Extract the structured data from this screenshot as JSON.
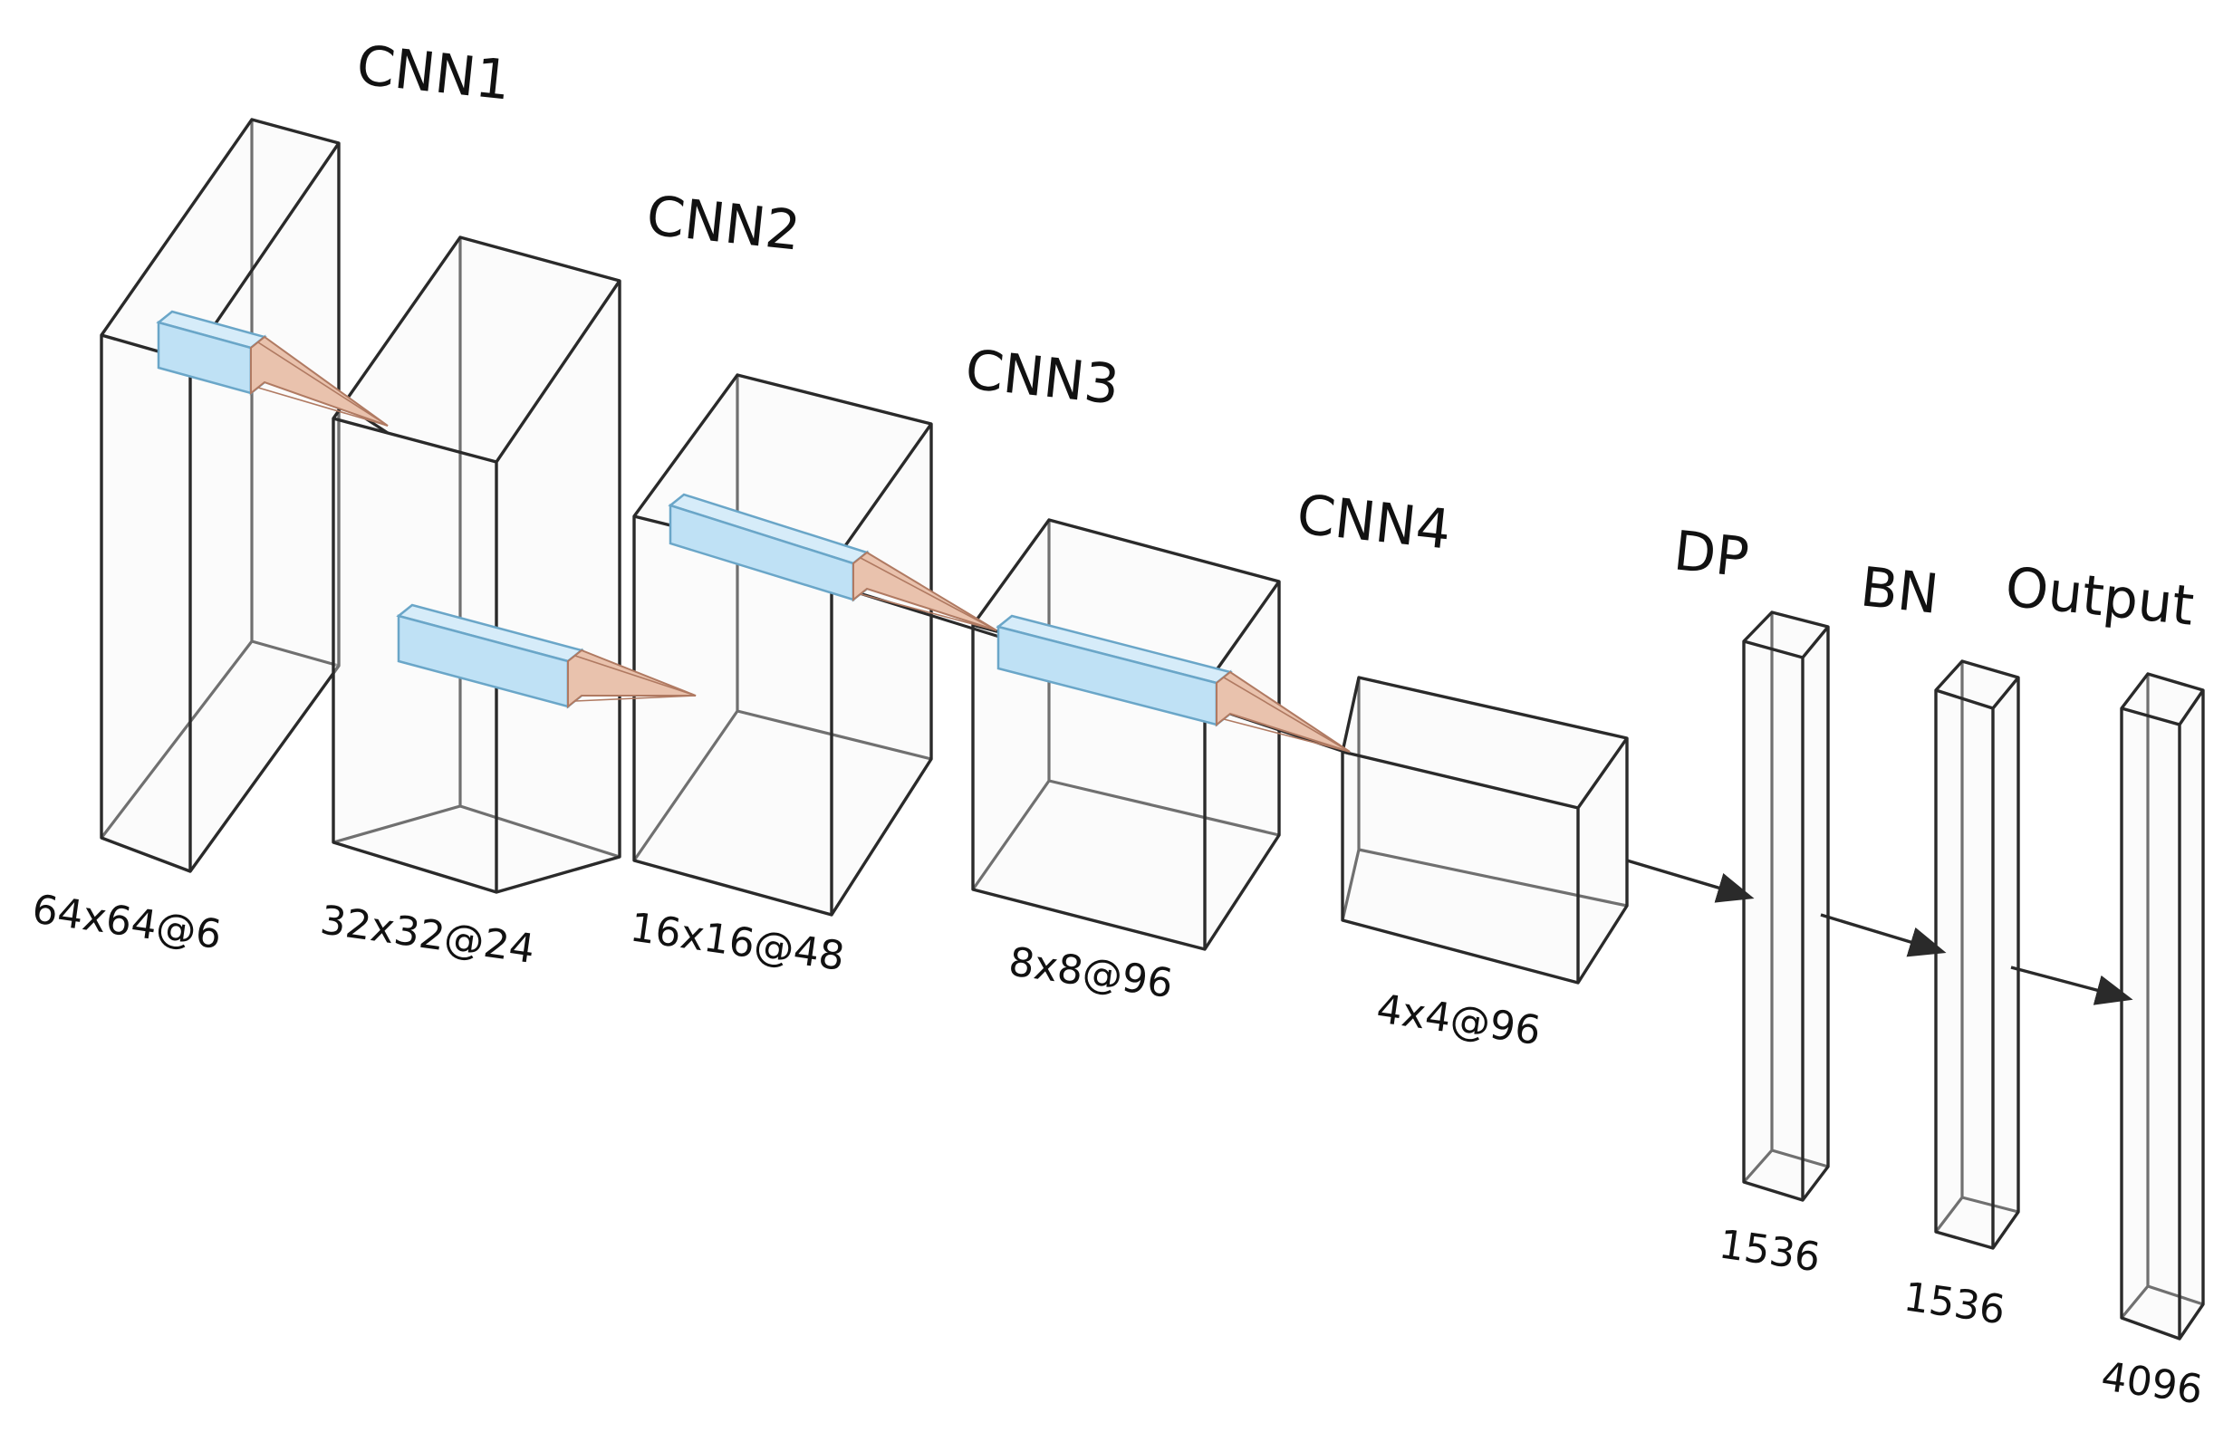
{
  "layers": [
    {
      "title": "CNN1",
      "dims": "64x64@6"
    },
    {
      "title": "CNN2",
      "dims": "32x32@24"
    },
    {
      "title": "CNN3",
      "dims": "16x16@48"
    },
    {
      "title": "CNN4",
      "dims": "8x8@96"
    },
    {
      "title": "",
      "dims": "4x4@96"
    },
    {
      "title": "DP",
      "dims": "1536"
    },
    {
      "title": "BN",
      "dims": "1536"
    },
    {
      "title": "Output",
      "dims": "4096"
    }
  ]
}
